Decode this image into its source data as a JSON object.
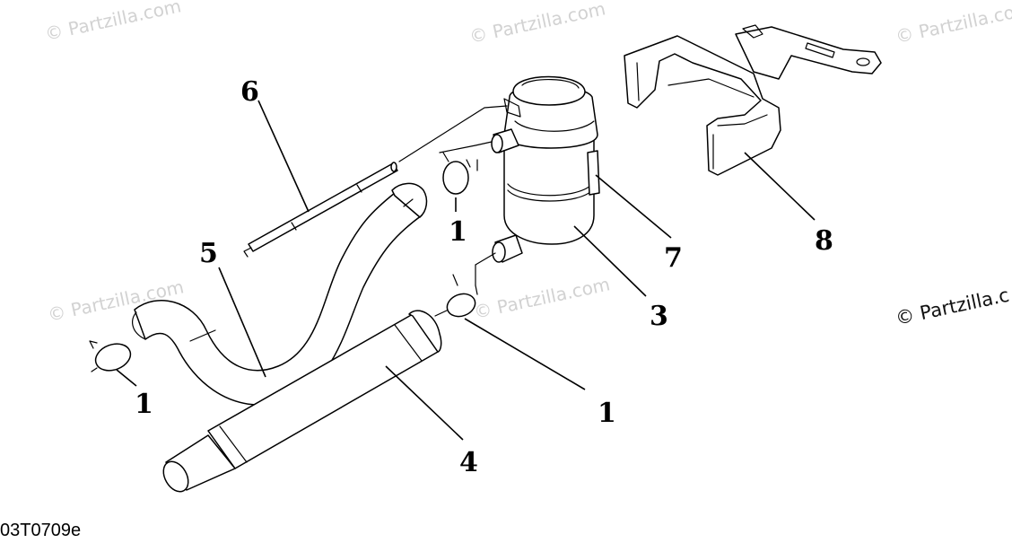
{
  "watermarks": [
    {
      "text": "© Partzilla.com"
    },
    {
      "text": "© Partzilla.com"
    },
    {
      "text": "© Partzilla.com"
    },
    {
      "text": "© Partzilla.com"
    },
    {
      "text": "© Partzilla.com"
    }
  ],
  "watermark_corner": "© Partzilla.c",
  "callouts": {
    "clamp_left": "1",
    "clamp_top": "1",
    "clamp_lower": "1",
    "canister": "3",
    "hose_large": "4",
    "hose_curved": "5",
    "pipe": "6",
    "label_tab": "7",
    "bracket": "8"
  },
  "diagram_code": "03T0709e"
}
